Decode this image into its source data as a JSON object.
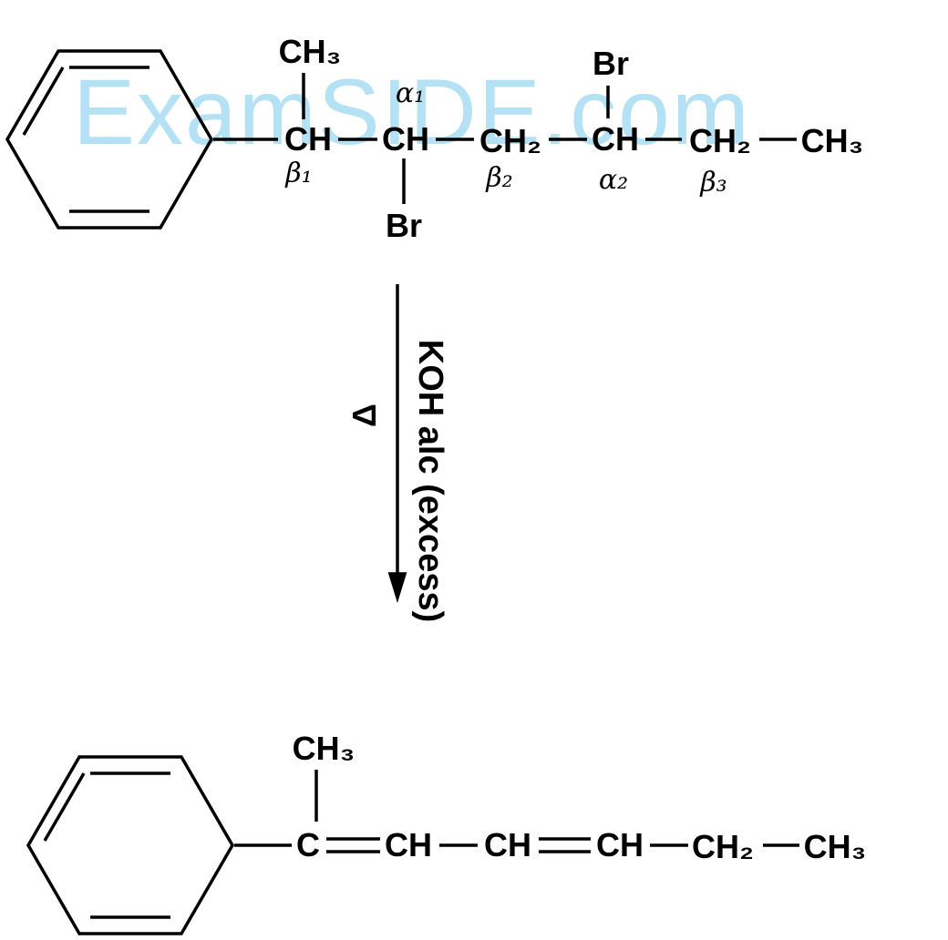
{
  "watermark": {
    "text": "ExamSIDE.com",
    "color": "#b4e2f4"
  },
  "reactant": {
    "methyl_top": "CH₃",
    "chain": [
      "CH",
      "CH",
      "CH₂",
      "CH",
      "CH₂",
      "CH₃"
    ],
    "br_down": "Br",
    "br_up": "Br",
    "greek": {
      "alpha1": "α₁",
      "beta1": "β₁",
      "beta2": "β₂",
      "alpha2": "α₂",
      "beta3": "β₃"
    }
  },
  "arrow": {
    "reagent": "KOH alc (excess)",
    "delta": "Δ"
  },
  "product": {
    "methyl_top": "CH₃",
    "chain": [
      "C",
      "CH",
      "CH",
      "CH",
      "CH₂",
      "CH₃"
    ]
  }
}
